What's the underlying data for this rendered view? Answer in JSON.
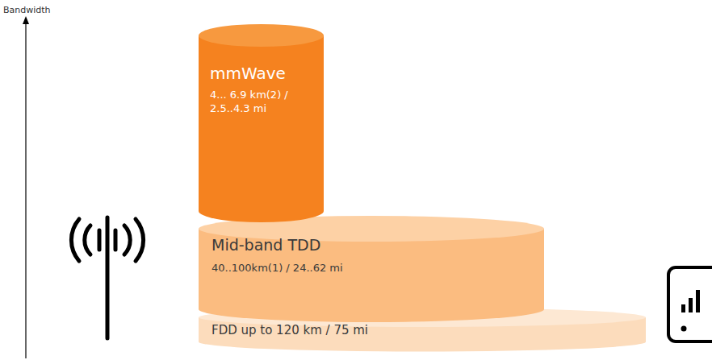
{
  "diagram": {
    "nodes": [
      {
        "text": [
          "mmWave",
          "4... 6.9 km(2) / 2.5..4.3 mi"
        ]
      },
      {
        "text": [
          "Mid-band TDD",
          "40..100km(1) / 24..62 mi"
        ]
      },
      {
        "text": [
          "FDD up to 120 km / 75 mi"
        ]
      }
    ],
    "labels": [
      "Bandwidth"
    ]
  }
}
